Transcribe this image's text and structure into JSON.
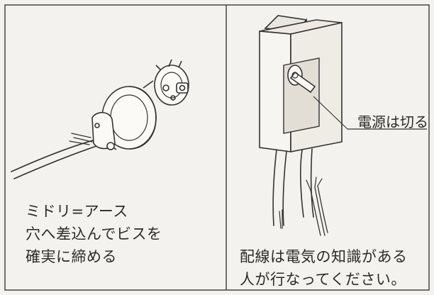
{
  "left_panel": {
    "caption_lines": [
      "ミドリ=アース",
      "穴へ差込んでビスを",
      "確実に締める"
    ]
  },
  "right_panel": {
    "callout_label": "電源は切る",
    "caption_lines": [
      "配線は電気の知識がある",
      "人が行なってください。"
    ]
  }
}
